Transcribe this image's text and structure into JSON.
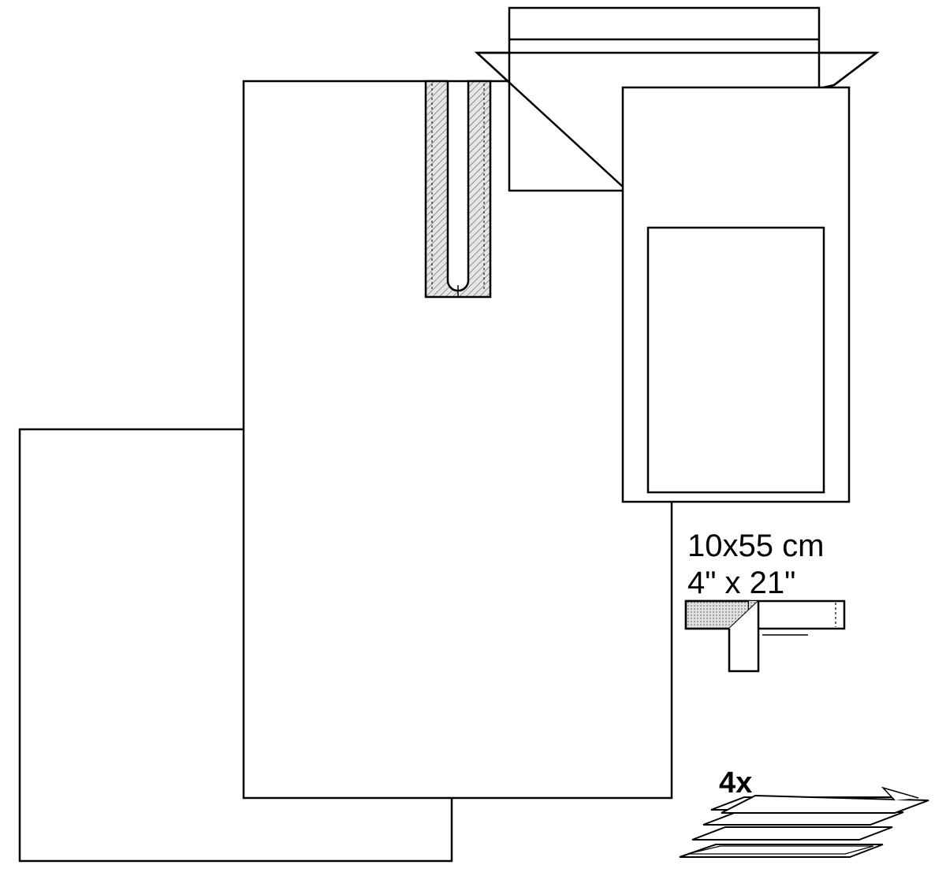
{
  "labels": {
    "tape_size_metric": "10x55 cm",
    "tape_size_imperial": "4\" x 21\"",
    "towel_quantity": "4x"
  },
  "colors": {
    "line": "#000000",
    "background": "#ffffff",
    "adhesive_fill": "#d9d9d9"
  }
}
